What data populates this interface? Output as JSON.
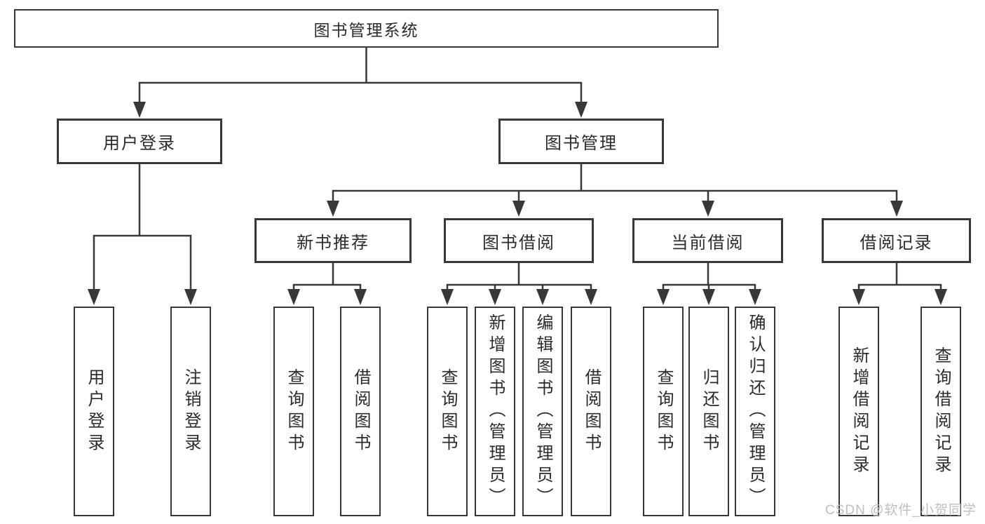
{
  "diagram_type": "hierarchy-tree",
  "colors": {
    "background": "#ffffff",
    "line": "#383838",
    "box_border": "#383838",
    "text": "#2b2b2b",
    "watermark": "#bfbfbf"
  },
  "tree": {
    "label": "图书管理系统",
    "children": [
      {
        "label": "用户登录",
        "children": [
          {
            "label": "用户登录"
          },
          {
            "label": "注销登录"
          }
        ]
      },
      {
        "label": "图书管理",
        "children": [
          {
            "label": "新书推荐",
            "children": [
              {
                "label": "查询图书"
              },
              {
                "label": "借阅图书"
              }
            ]
          },
          {
            "label": "图书借阅",
            "children": [
              {
                "label": "查询图书"
              },
              {
                "label": "新增图书（管理员）"
              },
              {
                "label": "编辑图书（管理员）"
              },
              {
                "label": "借阅图书"
              }
            ]
          },
          {
            "label": "当前借阅",
            "children": [
              {
                "label": "查询图书"
              },
              {
                "label": "归还图书"
              },
              {
                "label": "确认归还（管理员）"
              }
            ]
          },
          {
            "label": "借阅记录",
            "children": [
              {
                "label": "新增借阅记录"
              },
              {
                "label": "查询借阅记录"
              }
            ]
          }
        ]
      }
    ]
  },
  "watermark": {
    "text": "CSDN @软件_小贺同学"
  }
}
